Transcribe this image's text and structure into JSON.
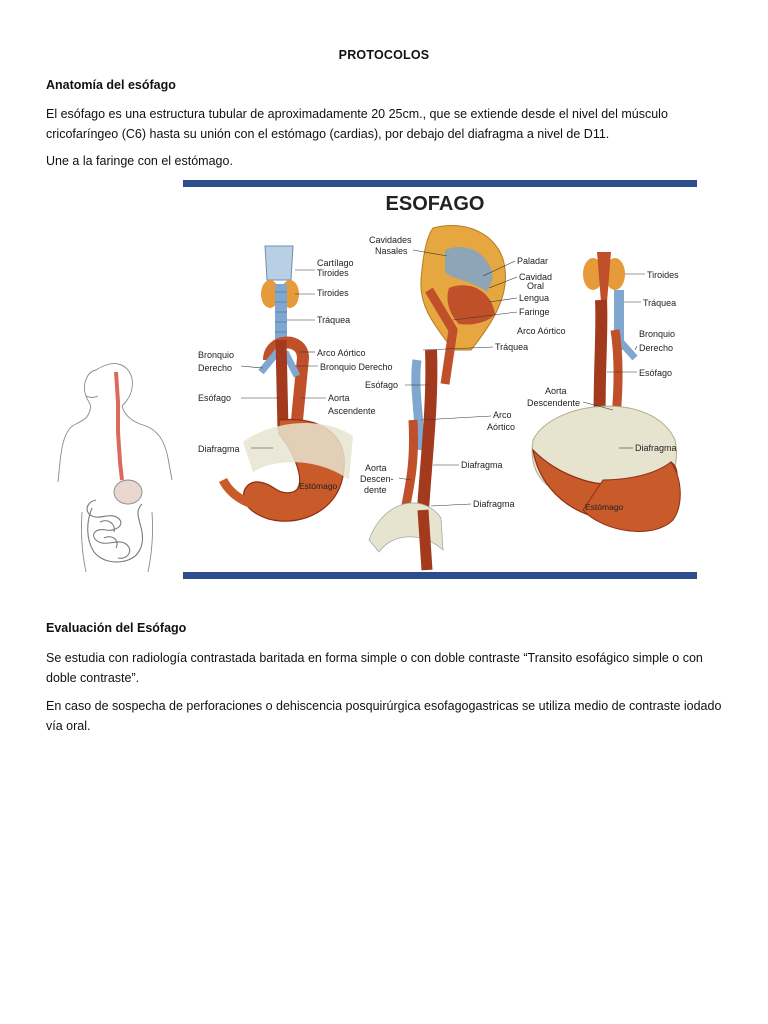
{
  "document": {
    "title": "PROTOCOLOS",
    "section1_heading": "Anatomía del esófago",
    "para1_line1": "El esófago es una estructura tubular de aproximadamente 20 25cm., que se extiende desde el nivel del músculo",
    "para1_line2": "cricofaríngeo (C6) hasta su unión con el estómago (cardias), por debajo del diafragma a nivel de D11.",
    "para2": "Une a la faringe con el estómago.",
    "section2_heading": "Evaluación del Esófago",
    "para3_line1": "Se estudia con radiología contrastada baritada en forma simple o con doble contraste “Transito esofágico simple o con",
    "para3_line2": "doble contraste”.",
    "para4_line1": "En caso de sospecha de perforaciones o dehiscencia posquirúrgica esofagogastricas se utiliza medio de contraste iodado",
    "para4_line2": "vía oral."
  },
  "figure": {
    "title": "ESOFAGO",
    "colors": {
      "border": "#2c4d8e",
      "organ": "#c0502a",
      "organ_dark": "#8e2f16",
      "thyroid": "#e69a3a",
      "trachea": "#7fa7cf",
      "diaphragm": "#e6e4cf",
      "bone": "#d9c28a"
    },
    "left_labels": {
      "cartilago": "Cartílago",
      "tiroides_ct": "Tiroides",
      "tiroides": "Tiroides",
      "traquea": "Tráquea",
      "bronquio": "Bronquio",
      "derecho": "Derecho",
      "arco_aortico": "Arco Aórtico",
      "bronquio_derecho": "Bronquio Derecho",
      "esofago": "Esófago",
      "aorta": "Aorta",
      "ascendente": "Ascendente",
      "diafragma": "Diafragma",
      "estomago": "Estómago"
    },
    "middle_labels": {
      "cavidades": "Cavidades",
      "nasales": "Nasales",
      "paladar": "Paladar",
      "cavidad": "Cavidad",
      "oral": "Oral",
      "lengua": "Lengua",
      "faringe": "Faringe",
      "arco_aortico": "Arco Aórtico",
      "traquea": "Tráquea",
      "esofago": "Esófago",
      "arco": "Arco",
      "aortico": "Aórtico",
      "diafragma": "Diafragma",
      "aorta": "Aorta",
      "descen": "Descen-",
      "dente": "dente",
      "diafragma2": "Diafragma"
    },
    "right_labels": {
      "tiroides": "Tiroides",
      "traquea": "Tráquea",
      "bronquio": "Bronquio",
      "derecho": "Derecho",
      "esofago": "Esófago",
      "aorta": "Aorta",
      "descendente": "Descendente",
      "diafragma": "Diafragma",
      "estomago": "Estómago"
    }
  }
}
